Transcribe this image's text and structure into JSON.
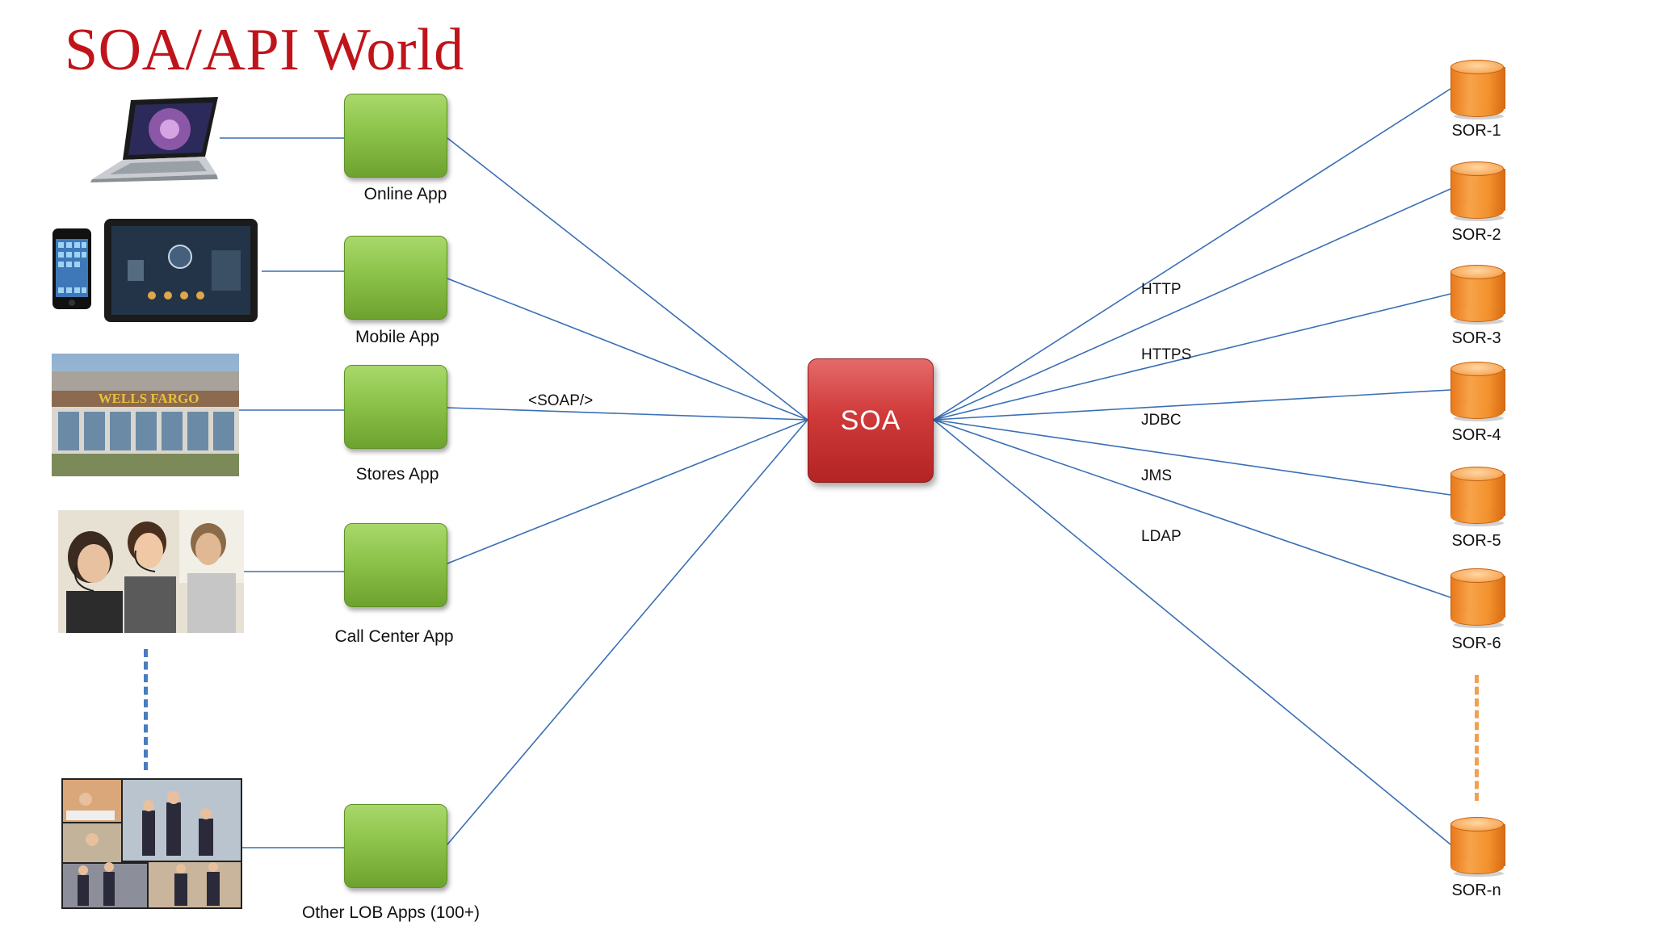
{
  "title": "SOA/API World",
  "hub": {
    "label": "SOA"
  },
  "message_format": "<SOAP/>",
  "apps": [
    {
      "label": "Online App"
    },
    {
      "label": "Mobile App"
    },
    {
      "label": "Stores App"
    },
    {
      "label": "Call Center App"
    },
    {
      "label": "Other LOB Apps (100+)"
    }
  ],
  "protocols": [
    "HTTP",
    "HTTPS",
    "JDBC",
    "JMS",
    "LDAP"
  ],
  "systems_of_record": [
    "SOR-1",
    "SOR-2",
    "SOR-3",
    "SOR-4",
    "SOR-5",
    "SOR-6",
    "SOR-n"
  ],
  "store_sign": "WELLS FARGO",
  "colors": {
    "title": "#c0141b",
    "app_box": "#8cc34a",
    "hub_box": "#d03a3a",
    "database": "#f3922e",
    "connector": "#3a6fb5",
    "left_ellipsis": "#4a7cc0",
    "right_ellipsis": "#f0a050"
  }
}
